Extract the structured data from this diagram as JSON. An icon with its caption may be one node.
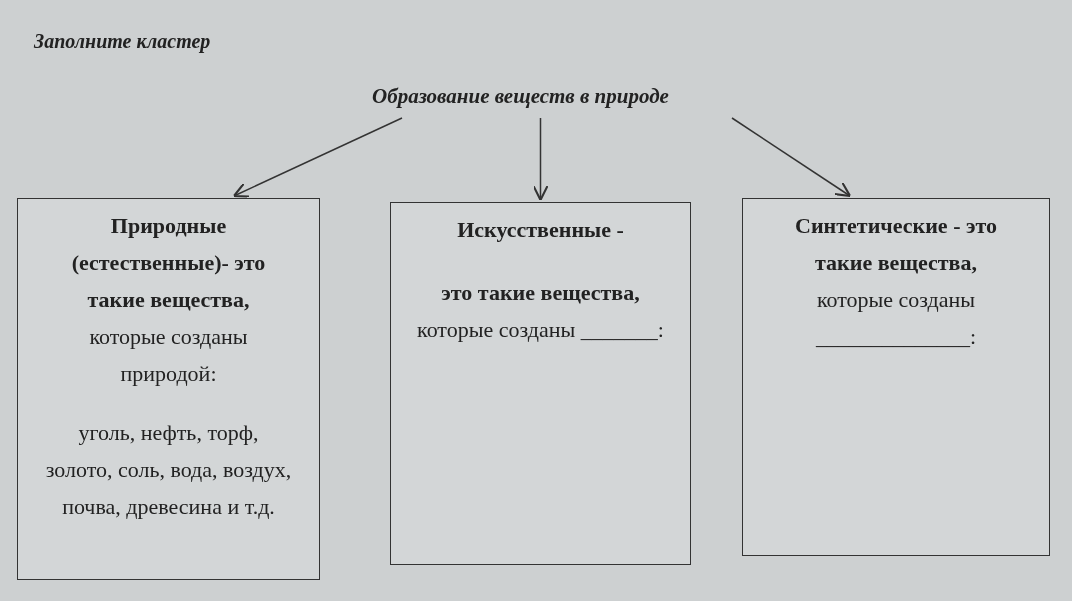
{
  "diagram": {
    "title": "Заполните кластер",
    "nodes": [
      {
        "text": [
          "Образование веществ в природе"
        ]
      },
      {
        "text": [
          "**Природные (естественные)- это такие вещества,** которые созданы природой:",
          "уголь, нефть, торф, золото, соль, вода, воздух, почва, древесина и т.д."
        ]
      },
      {
        "text": [
          "Искусственные -",
          "**это такие вещества,** которые созданы _______:"
        ]
      },
      {
        "text": [
          "**Синтетические - это такие вещества,** которые созданы ______________:"
        ]
      }
    ],
    "edges": [
      {
        "from": 0,
        "to": 1,
        "arrow": "to"
      },
      {
        "from": 0,
        "to": 2,
        "arrow": "to"
      },
      {
        "from": 0,
        "to": 3,
        "arrow": "to"
      }
    ]
  }
}
